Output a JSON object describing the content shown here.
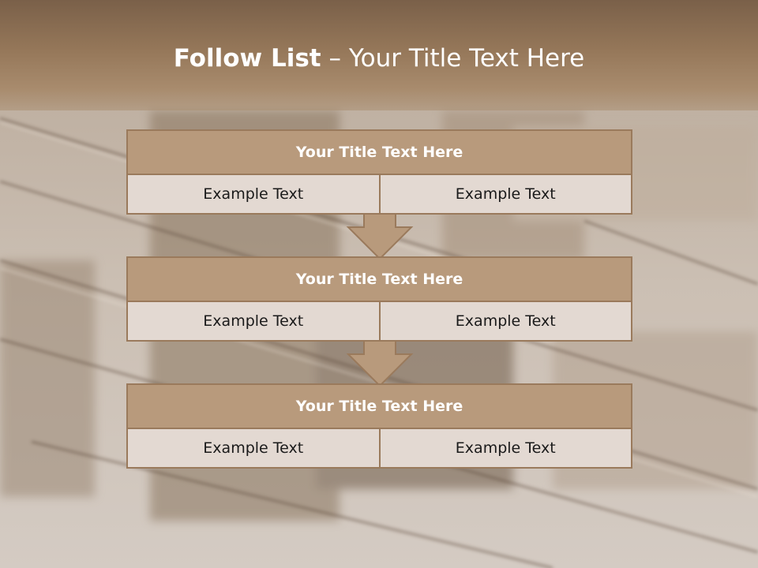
{
  "slide": {
    "title_bold": "Follow List",
    "title_rest": " – Your Title Text Here"
  },
  "steps": [
    {
      "title": "Your Title Text Here",
      "left": "Example Text",
      "right": "Example Text"
    },
    {
      "title": "Your Title Text Here",
      "left": "Example Text",
      "right": "Example Text"
    },
    {
      "title": "Your Title Text Here",
      "left": "Example Text",
      "right": "Example Text"
    }
  ],
  "colors": {
    "header": "#957759",
    "box_title": "#b89a7c",
    "box_border": "#9a7a5c",
    "box_cell": "#e3d9d2",
    "arrow_fill": "#b89a7c"
  },
  "icons": {
    "arrow": "down-arrow-icon"
  }
}
